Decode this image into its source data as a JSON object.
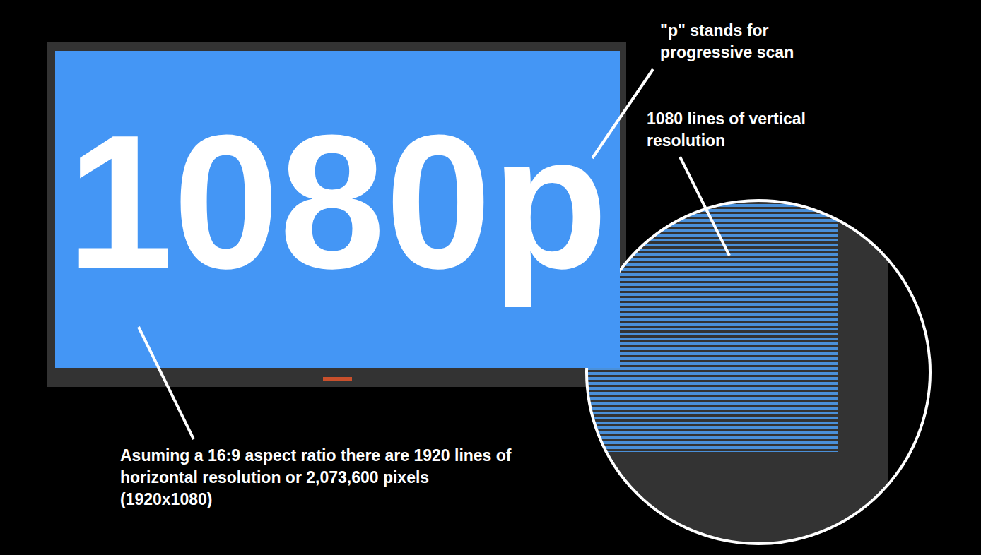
{
  "diagram": {
    "nodes": [
      {
        "text": [
          "1080p"
        ]
      }
    ],
    "labels": [
      "\"p\" stands for progressive scan",
      "1080 lines of vertical resolution",
      "Asuming a 16:9 aspect ratio there are 1920 lines of horizontal resolution or 2,073,600 pixels (1920x1080)"
    ]
  }
}
